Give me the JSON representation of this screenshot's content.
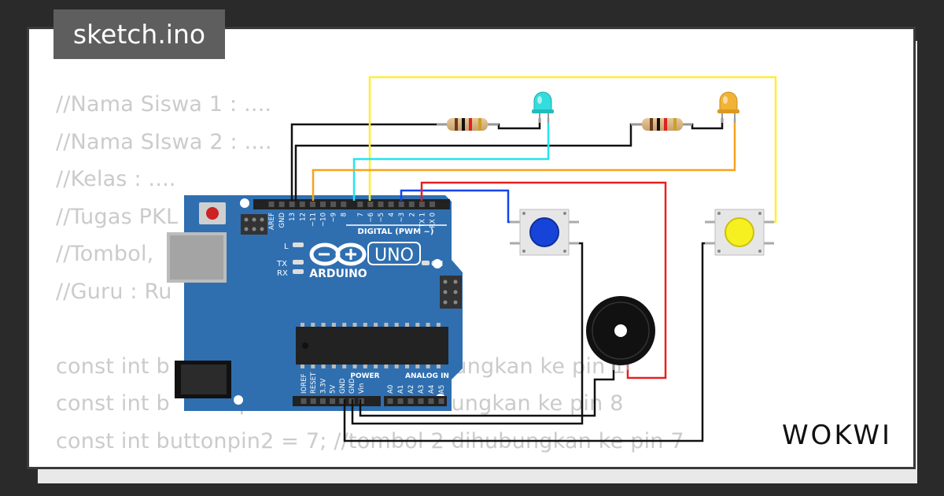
{
  "project": {
    "file_name": "sketch.ino"
  },
  "code_lines": [
    "//Nama Siswa 1 : ....",
    "//Nama SIswa 2 : ....",
    "//Kelas : ....",
    "//Tugas PKL",
    "//Tombol,",
    "//Guru : Ru",
    "",
    "const int b                              r dihubungkan ke pin 1",
    "const int b          p                 1 dihubungkan ke pin 8",
    "const int buttonpin2 = 7; //tombol 2 dihubungkan ke pin 7",
    "                                                                "
  ],
  "board": {
    "brand": "ARDUINO",
    "model": "UNO",
    "digital_header_label": "DIGITAL (PWM ~)",
    "digital_pins": [
      "AREF",
      "GND",
      "13",
      "12",
      "~11",
      "~10",
      "~9",
      "8",
      "7",
      "~6",
      "~5",
      "4",
      "~3",
      "2",
      "TX 1",
      "RX 0"
    ],
    "power_header_label": "POWER",
    "power_pins": [
      "IOREF",
      "RESET",
      "3.3V",
      "5V",
      "GND",
      "GND",
      "Vin"
    ],
    "analog_header_label": "ANALOG IN",
    "analog_pins": [
      "A0",
      "A1",
      "A2",
      "A3",
      "A4",
      "A5"
    ],
    "leds": {
      "L": "L",
      "TX": "TX",
      "RX": "RX",
      "ON": "ON"
    }
  },
  "brand": {
    "logo_text": "WOKWI"
  },
  "colors": {
    "board_blue": "#2f6fb0",
    "wire_yellow": "#ffee33",
    "wire_cyan": "#22e6ee",
    "wire_orange": "#f7a21b",
    "wire_blue": "#1444ee",
    "wire_red": "#e82020",
    "wire_black": "#111111",
    "led_cyan": "#33dddd",
    "led_orange": "#f2b233",
    "button_blue": "#1744d8",
    "button_yellow": "#f6f020"
  }
}
